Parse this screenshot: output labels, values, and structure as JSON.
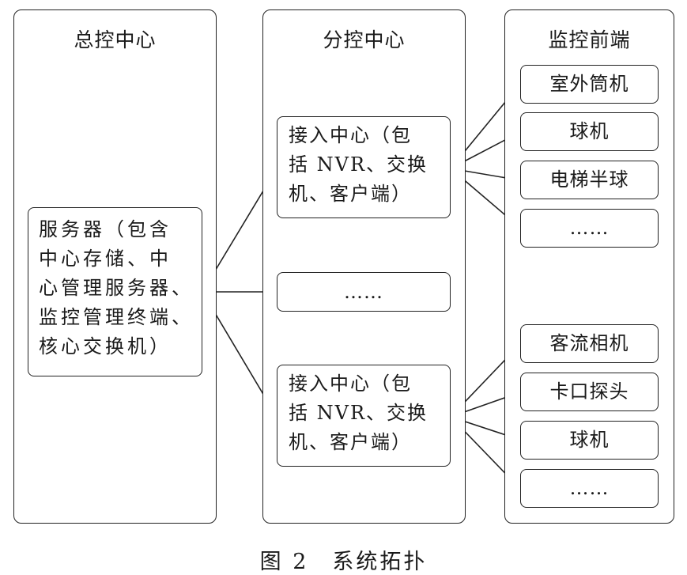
{
  "columns": {
    "master": {
      "title": "总控中心"
    },
    "branch": {
      "title": "分控中心"
    },
    "front": {
      "title": "监控前端"
    }
  },
  "server": {
    "lines": [
      "服务器（包含",
      "中心存储、中",
      "心管理服务器、",
      "监控管理终端、",
      "核心交换机）"
    ]
  },
  "access_top": {
    "lines": [
      "接入中心（包",
      "括 NVR、交换",
      "机、客户端）"
    ]
  },
  "branch_ellipsis": "……",
  "access_bottom": {
    "lines": [
      "接入中心（包",
      "括 NVR、交换",
      "机、客户端）"
    ]
  },
  "devices_top": [
    "室外筒机",
    "球机",
    "电梯半球",
    "……"
  ],
  "devices_bottom": [
    "客流相机",
    "卡口探头",
    "球机",
    "……"
  ],
  "caption": "图 2　系统拓扑"
}
